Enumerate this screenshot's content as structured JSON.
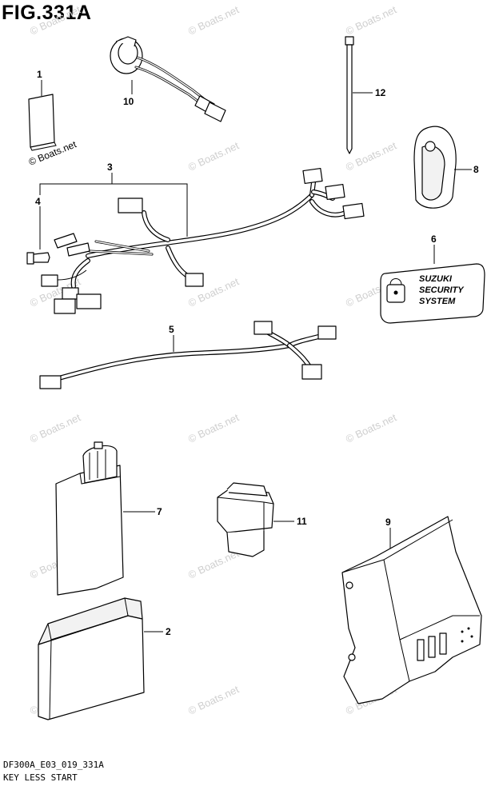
{
  "figure": {
    "title": "FIG.331A",
    "model_code": "DF300A_E03_019_331A",
    "caption": "KEY LESS START"
  },
  "watermark": {
    "text": "© Boats.net",
    "color": "#cfcfcf"
  },
  "callouts": {
    "c1": "1",
    "c2": "2",
    "c3": "3",
    "c4": "4",
    "c5": "5",
    "c6": "6",
    "c7": "7",
    "c8": "8",
    "c9": "9",
    "c10": "10",
    "c11": "11",
    "c12": "12"
  },
  "sticker": {
    "line1": "SUZUKI",
    "line2": "SECURITY",
    "line3": "SYSTEM"
  },
  "part1_caption": "© Boats.net"
}
